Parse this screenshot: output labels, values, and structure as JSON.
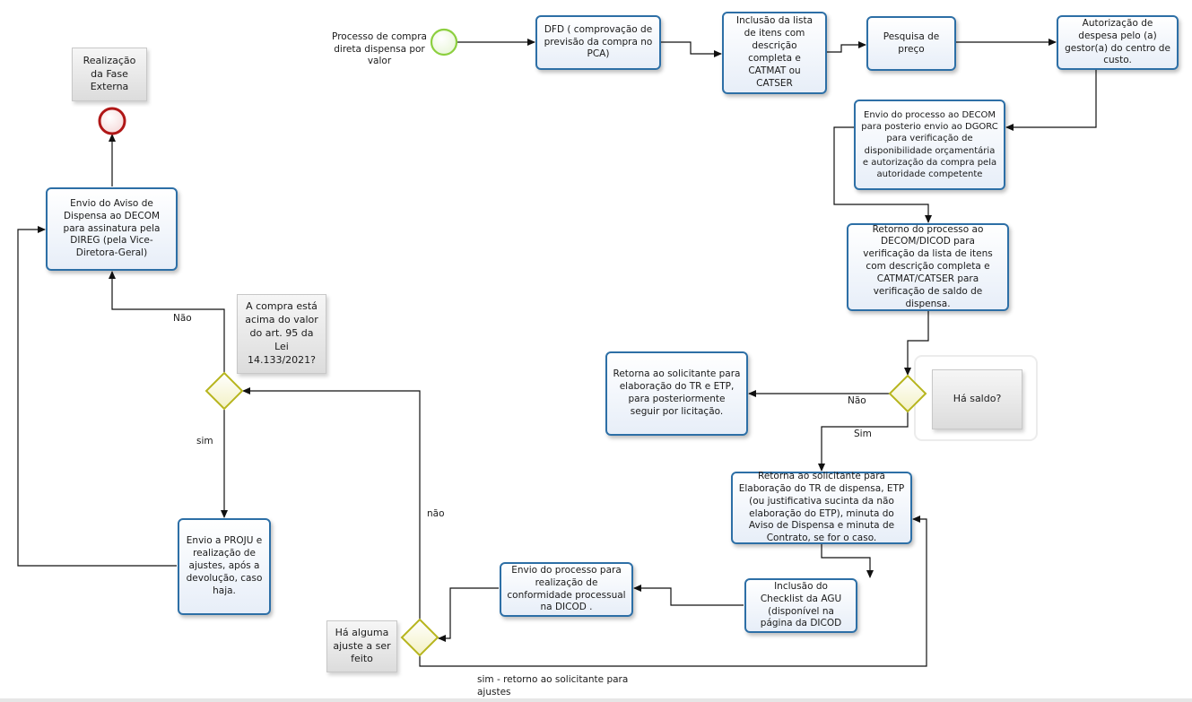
{
  "start_event": {
    "label": "Processo de compra direta dispensa por valor"
  },
  "tasks": {
    "dfd": "DFD  ( comprovação de previsão da compra no PCA)",
    "inclusao_lista": "Inclusão da lista de itens  com descrição completa e CATMAT ou CATSER",
    "pesquisa_preco": "Pesquisa de preço",
    "autorizacao_despesa": "Autorização de despesa pelo (a) gestor(a) do centro de custo.",
    "envio_decom": "Envio do processo ao  DECOM para posterio envio ao DGORC para verificação de disponibilidade orçamentária e autorização da compra pela autoridade competente",
    "retorno_decom": "Retorno do processo ao DECOM/DICOD para verificação da lista de itens com descrição completa e CATMAT/CATSER para verificação de saldo de dispensa.",
    "retorna_licitacao": "Retorna ao solicitante para elaboração do TR e ETP, para posteriormente seguir por licitação.",
    "retorna_elaboracao": "Retorna ao solicitante para Elaboração do TR de dispensa, ETP (ou justificativa sucinta da não elaboração do ETP), minuta do Aviso de Dispensa e minuta de Contrato, se for o caso.",
    "inclusao_checklist": "Inclusão do Checklist da AGU (disponível na página da DICOD",
    "envio_conformidade": "Envio do processo para realização de conformidade processual na  DICOD .",
    "envio_proju": "Envio a PROJU e realização de ajustes, após a devolução, caso haja.",
    "envio_aviso": "Envio do Aviso de Dispensa ao DECOM para assinatura pela DIREG (pela Vice-Diretora-Geral)"
  },
  "notes": {
    "fase_externa": "Realização da Fase Externa",
    "ha_saldo": "Há saldo?",
    "compra_acima": "A compra está acima do valor do art. 95 da Lei 14.133/2021?",
    "ha_ajuste": "Há alguma ajuste a ser feito"
  },
  "flow_labels": {
    "nao_saldo": "Não",
    "sim_saldo": "Sim",
    "nao_ajuste": "não",
    "sim_ajuste": "sim - retorno ao solicitante para ajustes",
    "nao_acima": "Não",
    "sim_acima": "sim"
  },
  "colors": {
    "task_border": "#2d6fa6",
    "start_event": "#8ccf3f",
    "end_event": "#b01717",
    "gateway": "#b7b51e"
  }
}
